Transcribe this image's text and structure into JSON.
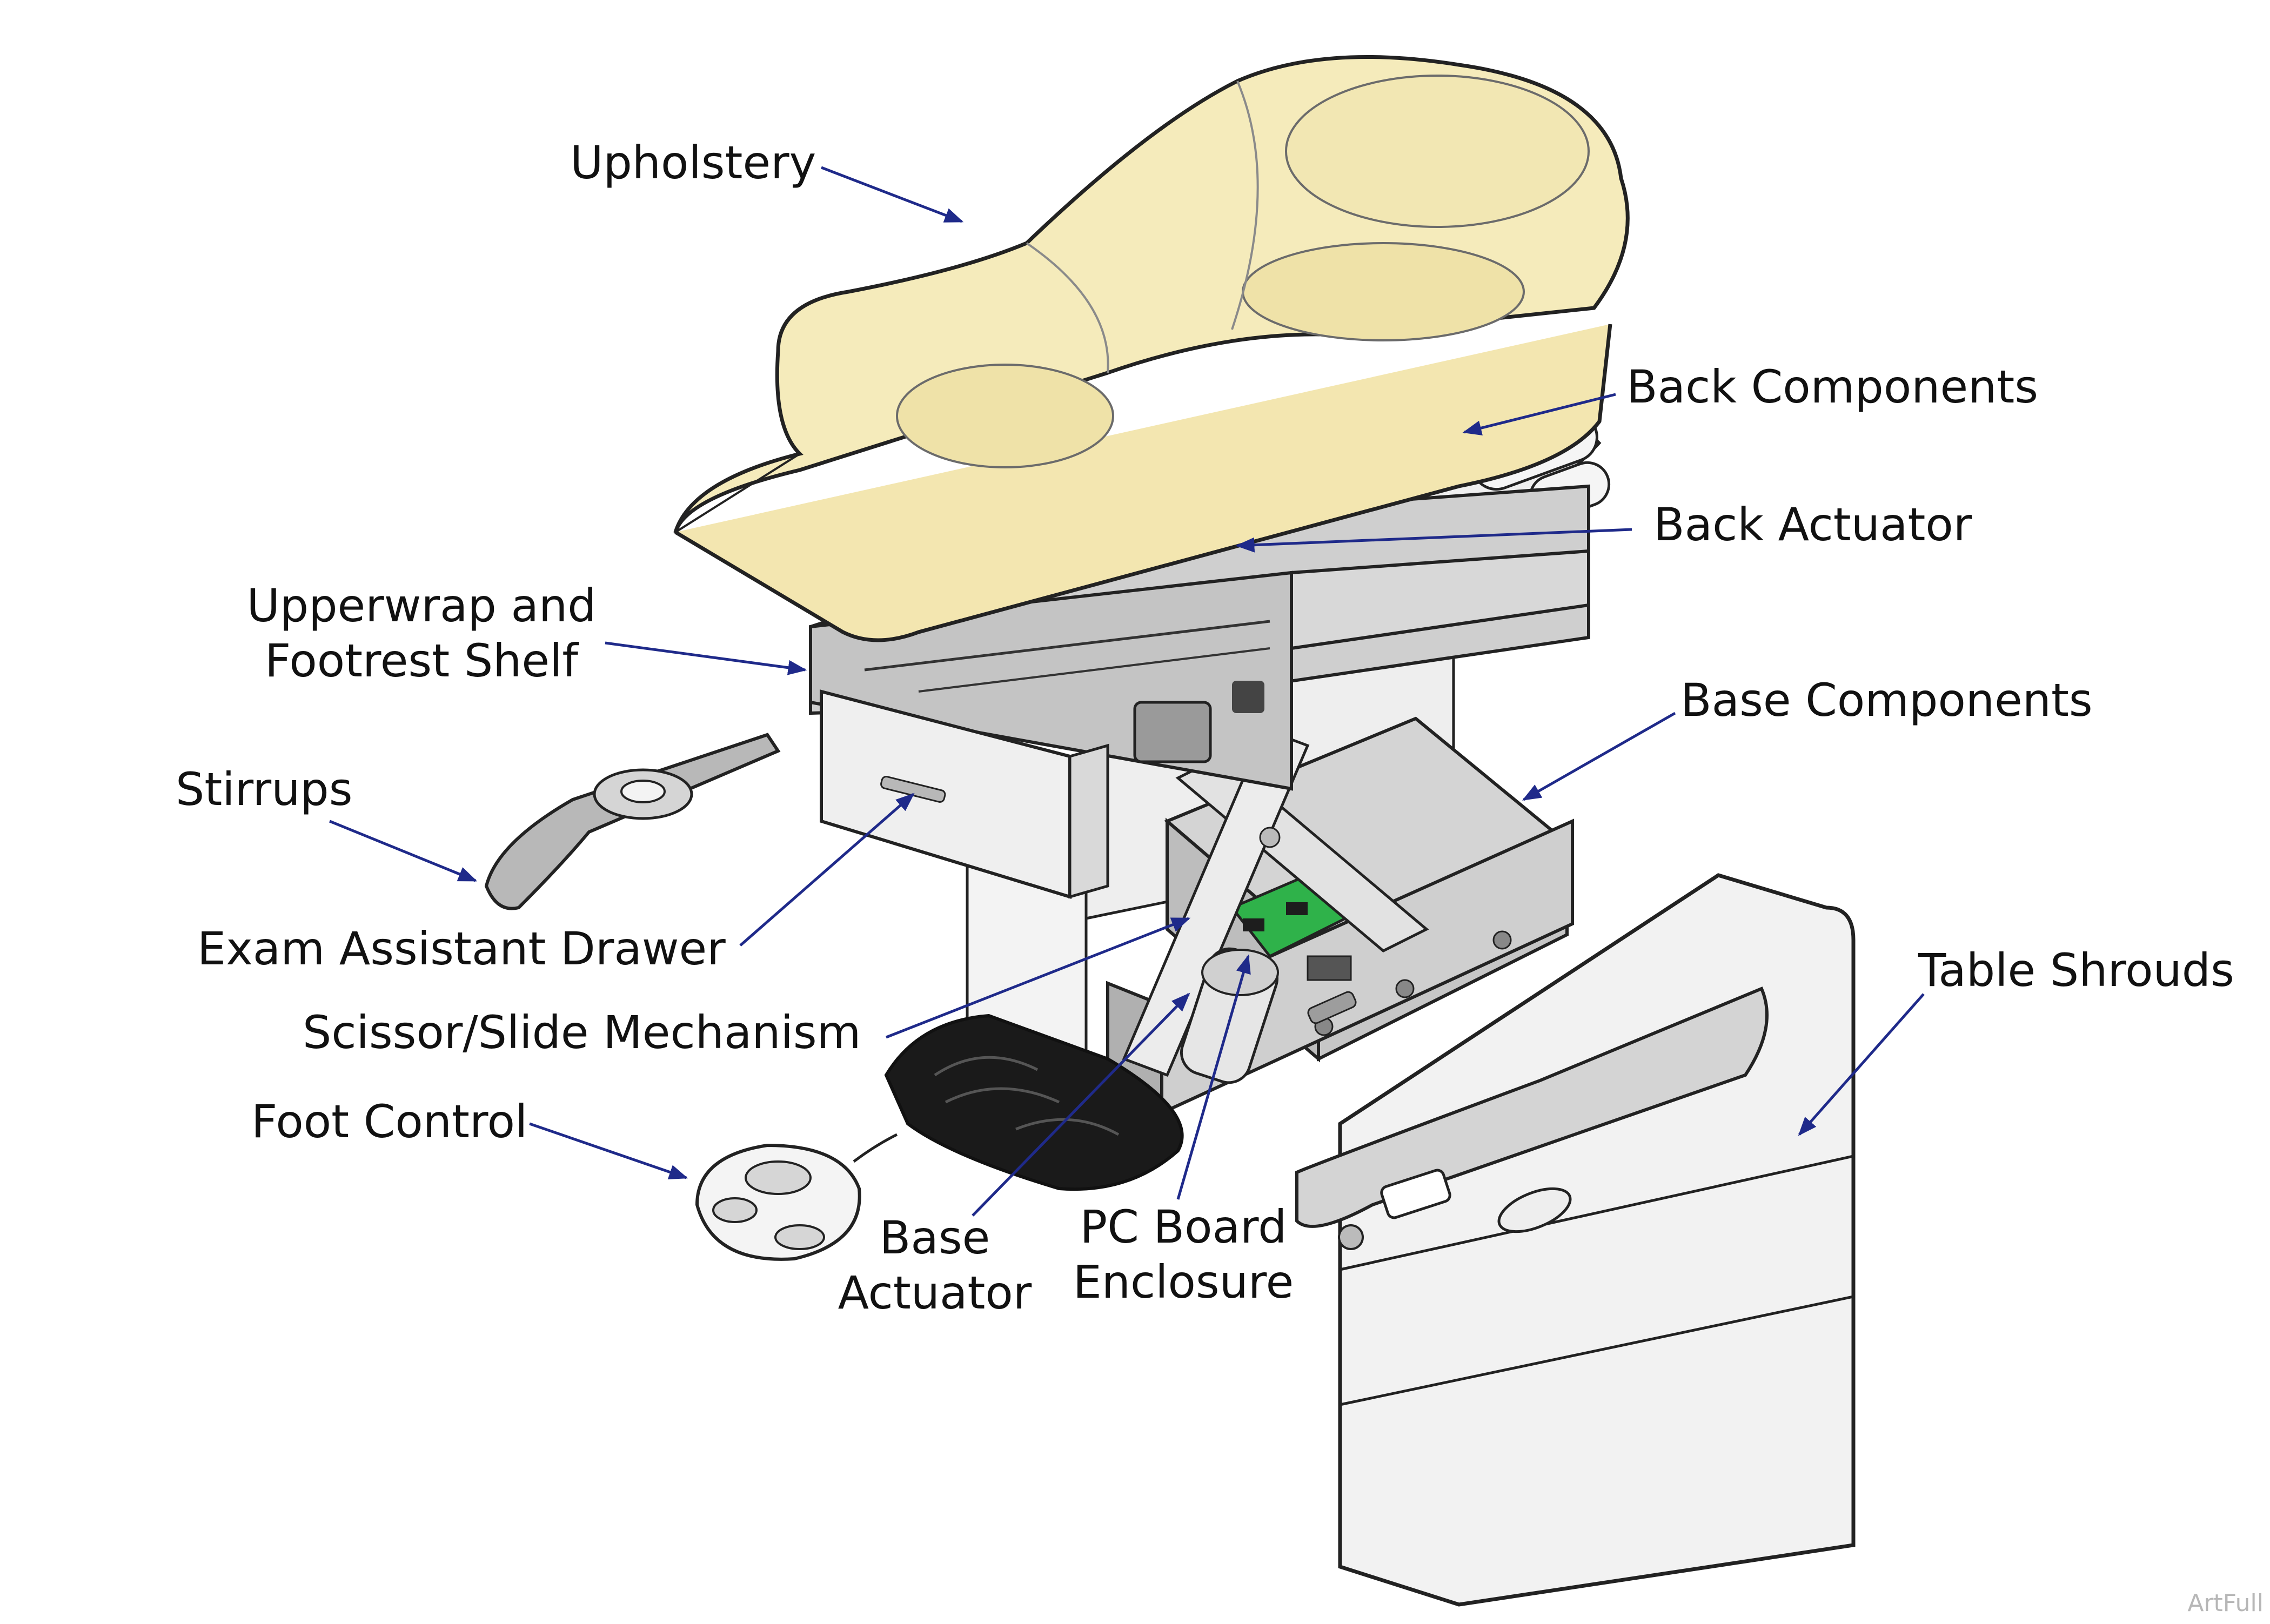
{
  "labels": {
    "upholstery": "Upholstery",
    "back_components": "Back Components",
    "back_actuator": "Back Actuator",
    "upperwrap_line1": "Upperwrap and",
    "upperwrap_line2": "Footrest Shelf",
    "base_components": "Base Components",
    "stirrups": "Stirrups",
    "exam_assistant_drawer": "Exam Assistant Drawer",
    "table_shrouds": "Table Shrouds",
    "scissor_slide": "Scissor/Slide Mechanism",
    "foot_control": "Foot Control",
    "base_actuator_line1": "Base",
    "base_actuator_line2": "Actuator",
    "pc_board_line1": "PC Board",
    "pc_board_line2": "Enclosure"
  },
  "watermark": "ArtFull",
  "colors": {
    "upholstery": "#f5ebbb",
    "frame": "#c9c9c9",
    "frame_dark": "#a9a9a9",
    "shroud": "#f2f2f2",
    "panel": "#d7d7d7",
    "pc_board": "#2fb24a",
    "footrest": "#1a1a1a",
    "arrow": "#1f2a8a",
    "outline": "#222222"
  }
}
